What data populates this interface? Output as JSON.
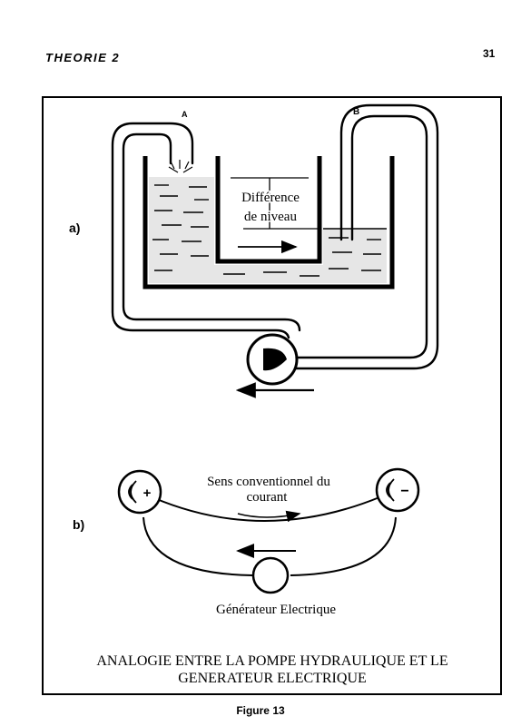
{
  "header": {
    "chapter": "THEORIE 2",
    "page_number": "31"
  },
  "diagram_a": {
    "part_label": "a)",
    "label_a": "A",
    "label_b": "B",
    "level_text_line1": "Différence",
    "level_text_line2": "de niveau"
  },
  "diagram_b": {
    "part_label": "b)",
    "plus_sign": "+",
    "minus_sign": "−",
    "current_line1": "Sens conventionnel du",
    "current_line2": "courant",
    "generator_label": "Générateur Electrique"
  },
  "caption": {
    "line1": "ANALOGIE ENTRE LA POMPE HYDRAULIQUE ET LE",
    "line2": "GENERATEUR ELECTRIQUE"
  },
  "figure_label": "Figure 13"
}
